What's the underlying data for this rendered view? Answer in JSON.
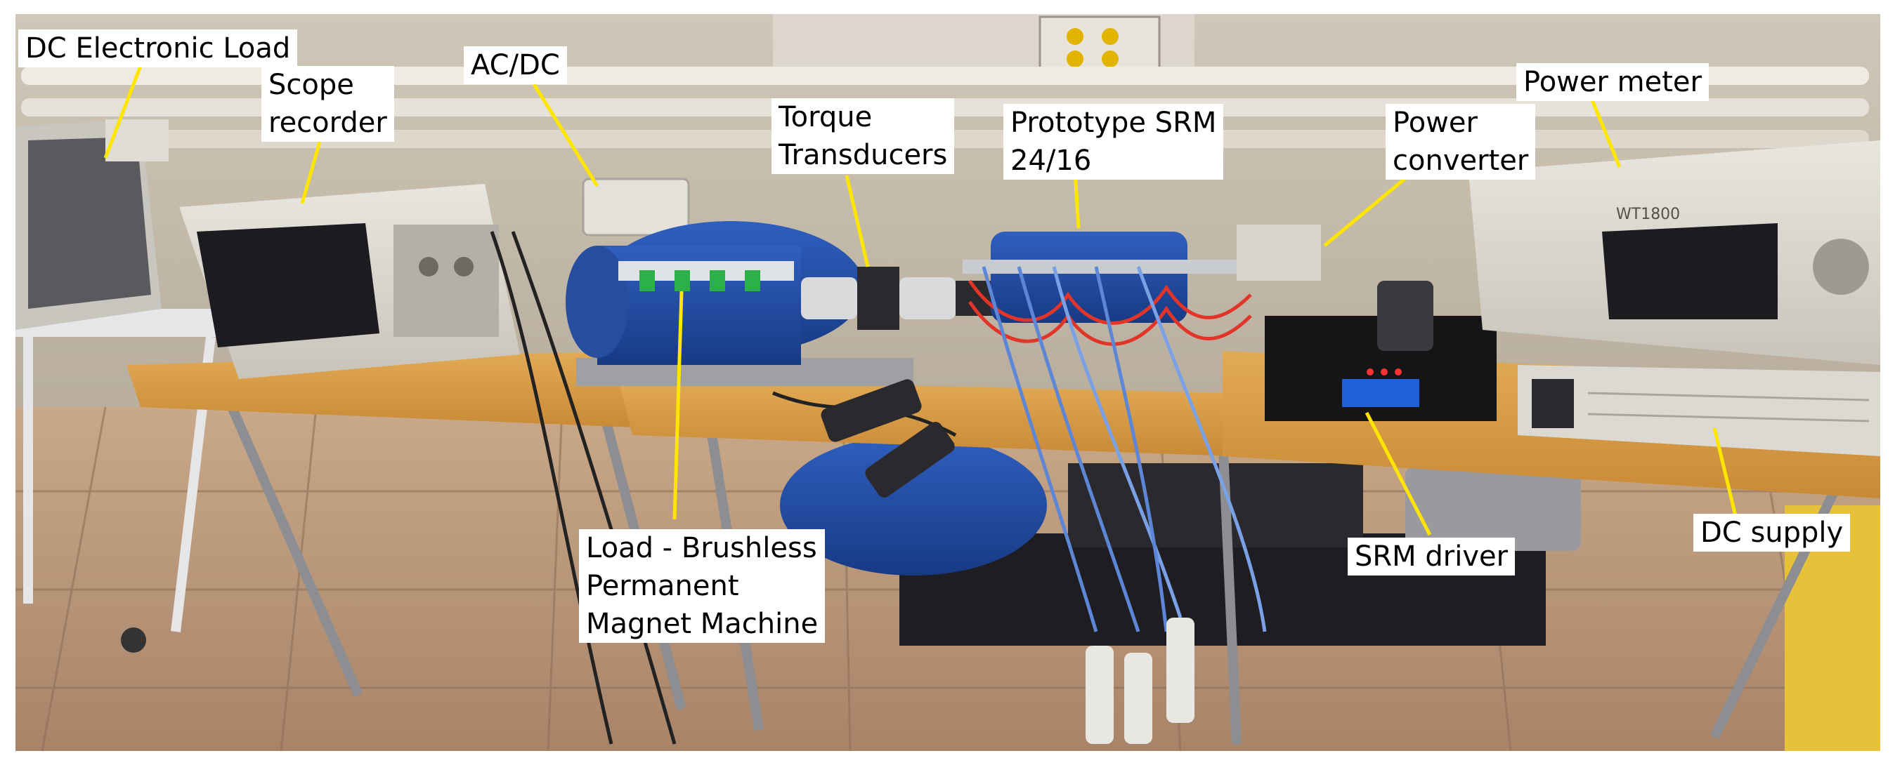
{
  "annotation_color": "#ffe600",
  "labels": {
    "dc_electronic_load": [
      "DC Electronic Load"
    ],
    "scope_recorder": [
      "Scope",
      "recorder"
    ],
    "ac_dc": [
      "AC/DC"
    ],
    "torque_transducers": [
      "Torque",
      "Transducers"
    ],
    "prototype_srm": [
      "Prototype SRM",
      "24/16"
    ],
    "power_converter": [
      "Power",
      "converter"
    ],
    "power_meter": [
      "Power meter"
    ],
    "load_machine": [
      "Load - Brushless",
      "Permanent",
      "Magnet Machine"
    ],
    "srm_driver": [
      "SRM driver"
    ],
    "dc_supply": [
      "DC supply"
    ]
  },
  "instrument_text": {
    "power_meter_model": "WT1800"
  }
}
